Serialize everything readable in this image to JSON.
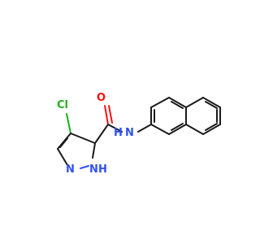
{
  "molecule": {
    "atoms": {
      "chlorine": "Cl",
      "oxygen": "O",
      "amide_nitrogen_n": "N",
      "amide_nitrogen_h": "H",
      "pyrazole_n1": "N",
      "pyrazole_nh_n": "N",
      "pyrazole_nh_h": "H"
    },
    "colors": {
      "bond": "#1a1a1a",
      "chlorine": "#1fb01f",
      "oxygen": "#ff0d0d",
      "nitrogen": "#3050f8",
      "background": "#ffffff"
    }
  }
}
